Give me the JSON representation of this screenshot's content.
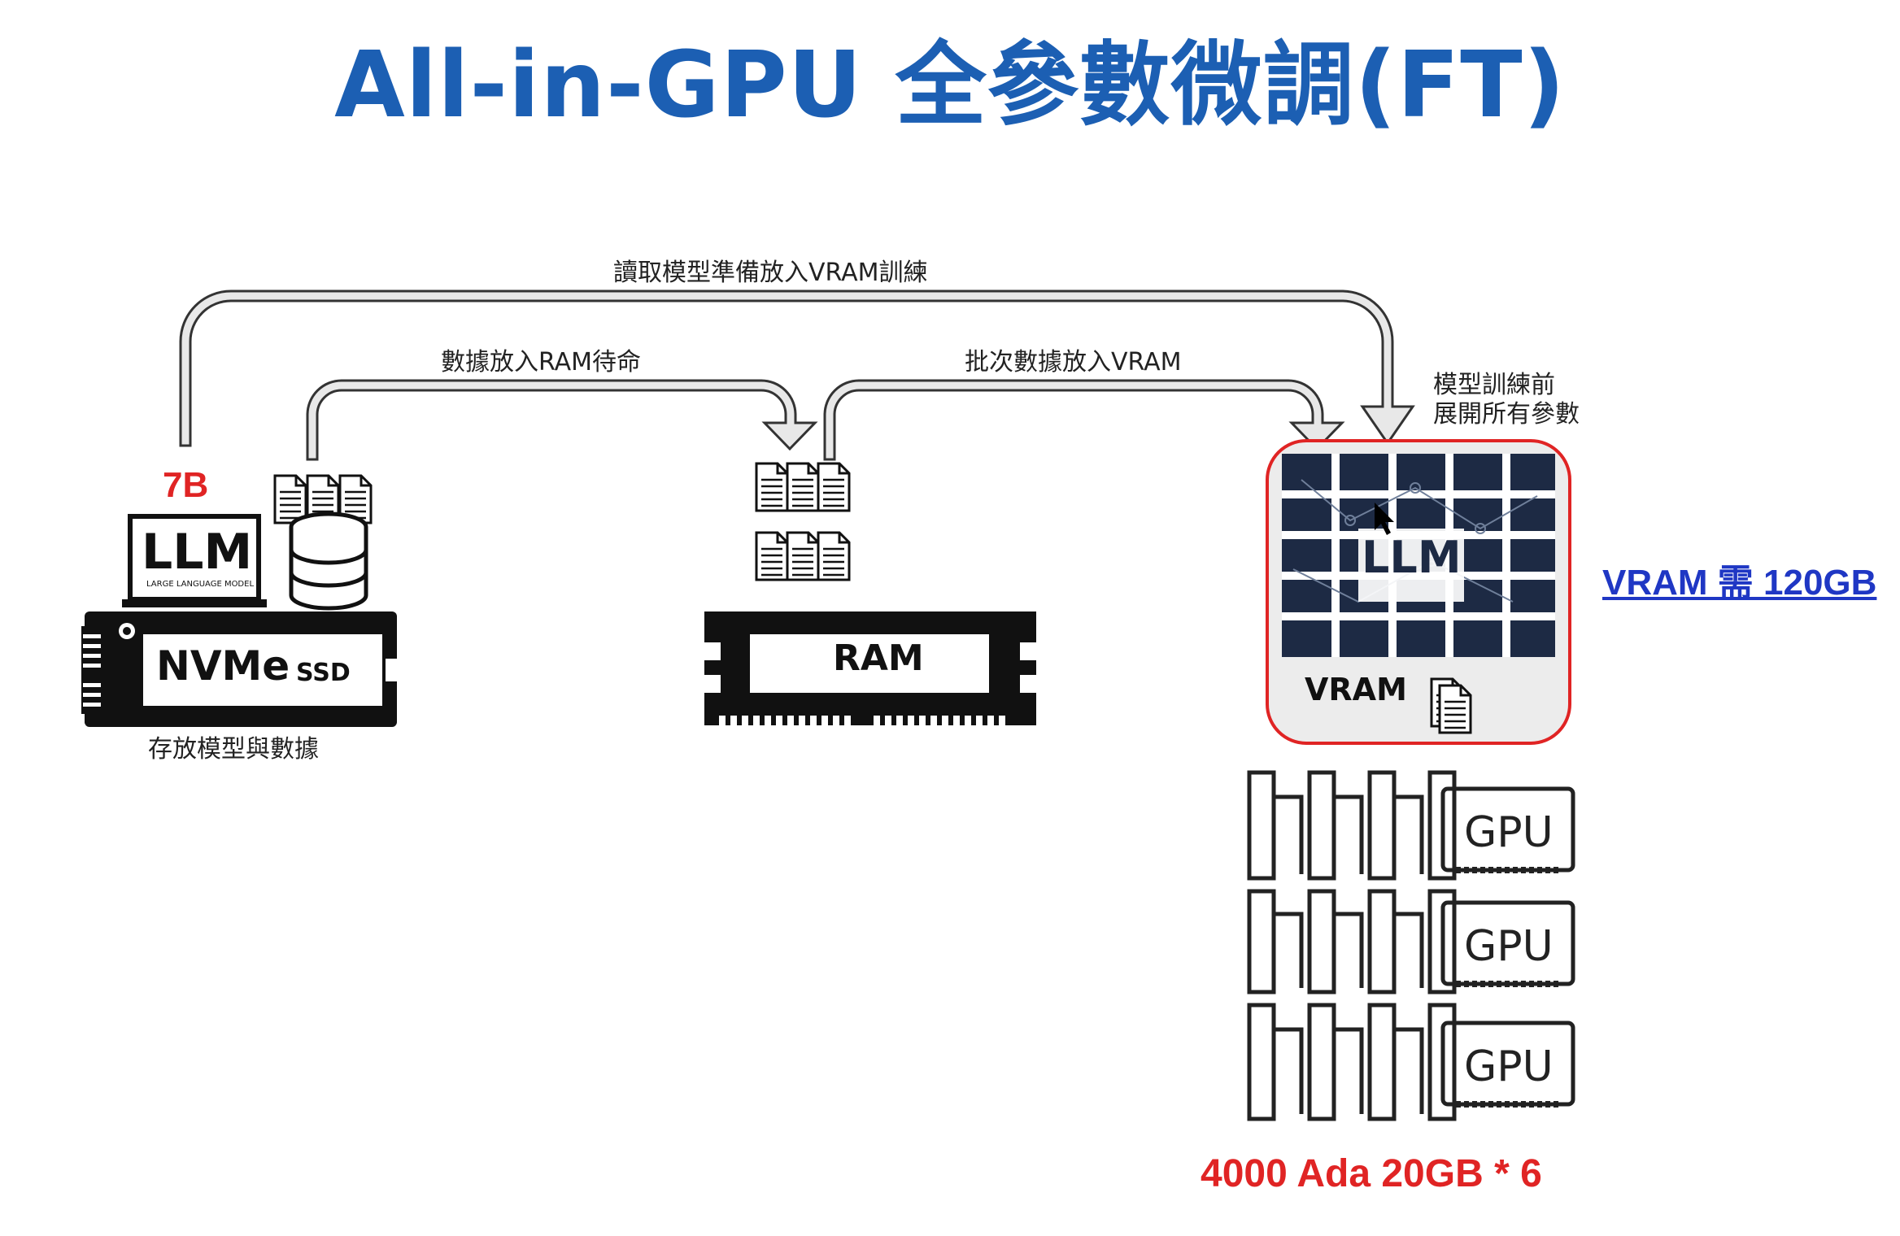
{
  "title": "All-in-GPU 全參數微調(FT)",
  "flows": {
    "top_arrow": "讀取模型準備放入VRAM訓練",
    "ssd_to_ram": "數據放入RAM待命",
    "ram_to_vram": "批次數據放入VRAM"
  },
  "ssd": {
    "model_size": "7B",
    "llm_badge": "LLM",
    "llm_sub": "LARGE LANGUAGE MODEL",
    "label": "NVMe",
    "label_small": "SSD",
    "caption": "存放模型與數據"
  },
  "ram": {
    "label": "RAM"
  },
  "vram": {
    "note_line1": "模型訓練前",
    "note_line2": "展開所有參數",
    "label": "VRAM",
    "llm_text": "LLM",
    "requirement": "VRAM 需 120GB"
  },
  "gpu": {
    "label": "GPU",
    "spec": "4000 Ada 20GB * 6"
  },
  "colors": {
    "title": "#1c5fb3",
    "accent_red": "#e02424",
    "link_blue": "#1f37c4"
  }
}
